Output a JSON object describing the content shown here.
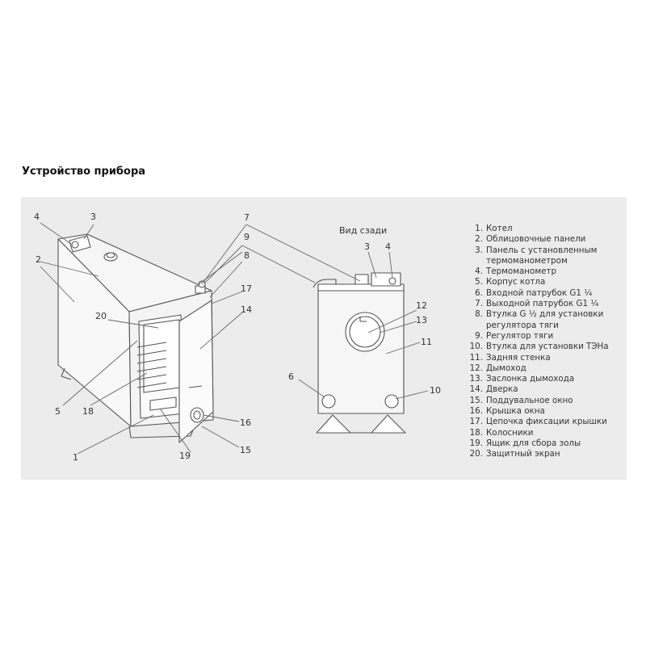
{
  "title": "Устройство прибора",
  "rear_view_label": "Вид сзади",
  "callouts": {
    "c1": "1",
    "c2": "2",
    "c3": "3",
    "c4": "4",
    "c5": "5",
    "c6": "6",
    "c7": "7",
    "c8": "8",
    "c9": "9",
    "c10": "10",
    "c11": "11",
    "c12": "12",
    "c13": "13",
    "c14": "14",
    "c15": "15",
    "c16": "16",
    "c17": "17",
    "c18": "18",
    "c19": "19",
    "c20": "20",
    "r3": "3",
    "r4": "4"
  },
  "legend": [
    {
      "num": "1.",
      "text": "Котел"
    },
    {
      "num": "2.",
      "text": "Облицовочные панели"
    },
    {
      "num": "3.",
      "text": "Панель с установленным"
    },
    {
      "num": "",
      "text": "термоманометром"
    },
    {
      "num": "4.",
      "text": "Термоманометр"
    },
    {
      "num": "5.",
      "text": "Корпус котла"
    },
    {
      "num": "6.",
      "text": "Входной патрубок G1 ¼"
    },
    {
      "num": "7.",
      "text": "Выходной патрубок G1 ¼"
    },
    {
      "num": "8.",
      "text": "Втулка G ½ для установки"
    },
    {
      "num": "",
      "text": "регулятора тяги"
    },
    {
      "num": "9.",
      "text": "Регулятор тяги"
    },
    {
      "num": "10.",
      "text": "Втулка для установки ТЭНа"
    },
    {
      "num": "11.",
      "text": "Задняя стенка"
    },
    {
      "num": "12.",
      "text": "Дымоход"
    },
    {
      "num": "13.",
      "text": "Заслонка дымохода"
    },
    {
      "num": "14.",
      "text": "Дверка"
    },
    {
      "num": "15.",
      "text": "Поддувальное окно"
    },
    {
      "num": "16.",
      "text": "Крышка окна"
    },
    {
      "num": "17.",
      "text": "Цепочка фиксации крышки"
    },
    {
      "num": "18.",
      "text": "Колосники"
    },
    {
      "num": "19.",
      "text": "Ящик для сбора золы"
    },
    {
      "num": "20.",
      "text": "Защитный экран"
    }
  ]
}
